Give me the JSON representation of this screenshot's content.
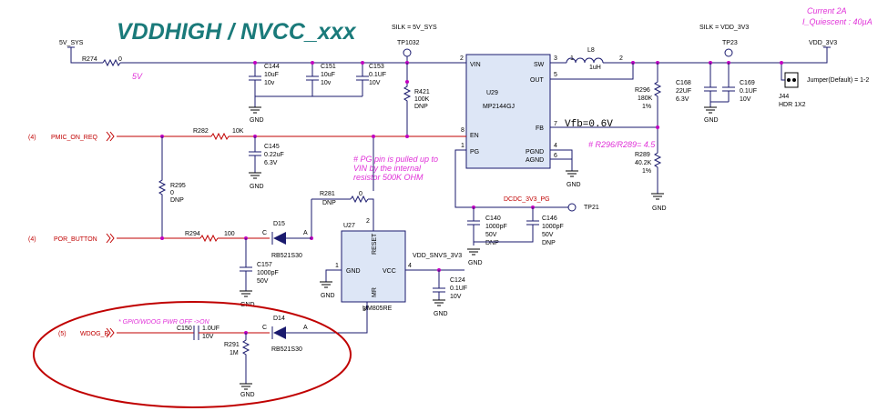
{
  "title": "VDDHIGH / NVCC_xxx",
  "current_note": [
    "Current 2A",
    "I_Quiescent : 40µA"
  ],
  "silk": {
    "left": "SILK = 5V_SYS",
    "right": "SILK = VDD_3V3"
  },
  "nets": {
    "in": "5V_SYS",
    "in_volt": "5V",
    "out": "VDD_3V3",
    "snvs": "VDD_SNVS_3V3",
    "pg": "DCDC_3V3_PG",
    "gnd": "GND"
  },
  "testpoints": [
    "TP1032",
    "TP23",
    "TP21"
  ],
  "inputs": [
    {
      "ref": "(4)",
      "name": "PMIC_ON_REQ"
    },
    {
      "ref": "(4)",
      "name": "POR_BUTTON"
    },
    {
      "ref": "(5)",
      "name": "WDOG_B"
    }
  ],
  "parts": {
    "R274": [
      "R274",
      "0"
    ],
    "C144": [
      "C144",
      "10uF",
      "10v"
    ],
    "C151": [
      "C151",
      "10uF",
      "10v"
    ],
    "C153": [
      "C153",
      "0.1UF",
      "10V"
    ],
    "C145": [
      "C145",
      "0.22uF",
      "6.3V"
    ],
    "R421": [
      "R421",
      "100K",
      "DNP"
    ],
    "R282": [
      "R282",
      "10K"
    ],
    "R295": [
      "R295",
      "0",
      "DNP"
    ],
    "R294": [
      "R294",
      "100"
    ],
    "R281": [
      "R281",
      "0",
      "DNP"
    ],
    "D15": [
      "D15",
      "RB521S30"
    ],
    "D14": [
      "D14",
      "RB521S30"
    ],
    "C157": [
      "C157",
      "1000pF",
      "50V"
    ],
    "C150": [
      "C150",
      "1.0UF",
      "10V"
    ],
    "R291": [
      "R291",
      "1M"
    ],
    "C140": [
      "C140",
      "1000pF",
      "50V",
      "DNP"
    ],
    "C146": [
      "C146",
      "1000pF",
      "50V",
      "DNP"
    ],
    "C124": [
      "C124",
      "0.1UF",
      "10V"
    ],
    "L8": [
      "L8",
      "1uH"
    ],
    "R296": [
      "R296",
      "180K",
      "1%"
    ],
    "R289": [
      "R289",
      "40.2K",
      "1%"
    ],
    "C168": [
      "C168",
      "22UF",
      "6.3V"
    ],
    "C169": [
      "C169",
      "0.1UF",
      "10V"
    ],
    "J44": [
      "J44",
      "HDR 1X2"
    ]
  },
  "u29": {
    "name": "U29",
    "part": "MP2144GJ",
    "pins": {
      "vin": "VIN",
      "sw": "SW",
      "out": "OUT",
      "en": "EN",
      "fb": "FB",
      "pg": "PG",
      "pgnd": "PGND",
      "agnd": "AGND"
    },
    "nums": {
      "vin": "2",
      "sw": "3",
      "out": "5",
      "en": "8",
      "fb": "7",
      "pg": "1",
      "pgnd": "4",
      "agnd": "6"
    }
  },
  "u27": {
    "name": "U27",
    "part": "UM805RE",
    "pins": {
      "gnd": "GND",
      "vcc": "VCC",
      "reset": "RESET",
      "mr": "MR"
    },
    "nums": {
      "gnd": "1",
      "vcc": "4",
      "reset": "2",
      "mr": "3"
    }
  },
  "pin_labels": {
    "c": "C",
    "a": "A",
    "one": "1",
    "two": "2"
  },
  "notes": {
    "pg": [
      "# PG pin is pulled up to",
      "VIN by the internal",
      "resistor 500K OHM"
    ],
    "ratio": "# R296/R289= 4.5",
    "vfb": "Vfb=0.6V",
    "gpio": "* GPIO/WDOG PWR OFF ->ON",
    "jumper": "Jumper(Default) = 1-2"
  },
  "colors": {
    "wire": "#1a1a6e",
    "signal": "#c00000",
    "title": "#1a7a7a",
    "note": "#e030d8",
    "junction": "#c000c0",
    "chip": "#dde6f6"
  }
}
